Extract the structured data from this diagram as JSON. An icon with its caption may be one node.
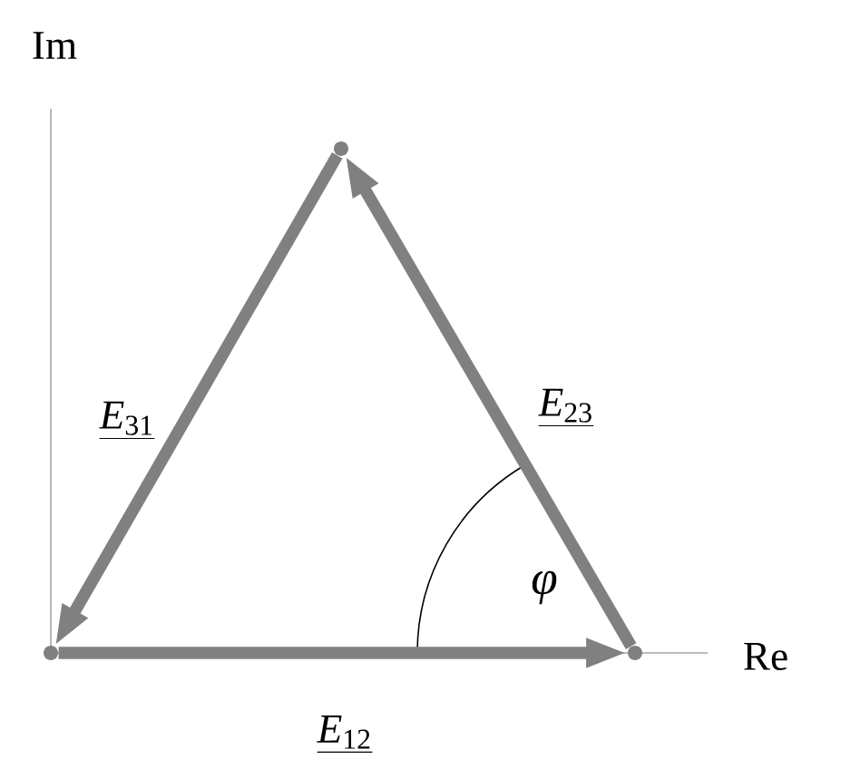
{
  "diagram": {
    "nodes": [
      {
        "text": [],
        "shape": "circle"
      },
      {
        "text": [],
        "shape": "circle"
      },
      {
        "text": [],
        "shape": "circle"
      }
    ],
    "edges": [
      {
        "from": 0,
        "to": 1,
        "arrow": "to",
        "label": "*E*$_{12}$"
      },
      {
        "from": 1,
        "to": 2,
        "arrow": "to",
        "label": "*E*$_{23}$"
      },
      {
        "from": 2,
        "to": 0,
        "arrow": "to",
        "label": "*E*$_{31}$"
      }
    ],
    "labels": [
      "Im",
      "Re",
      "φ"
    ]
  }
}
